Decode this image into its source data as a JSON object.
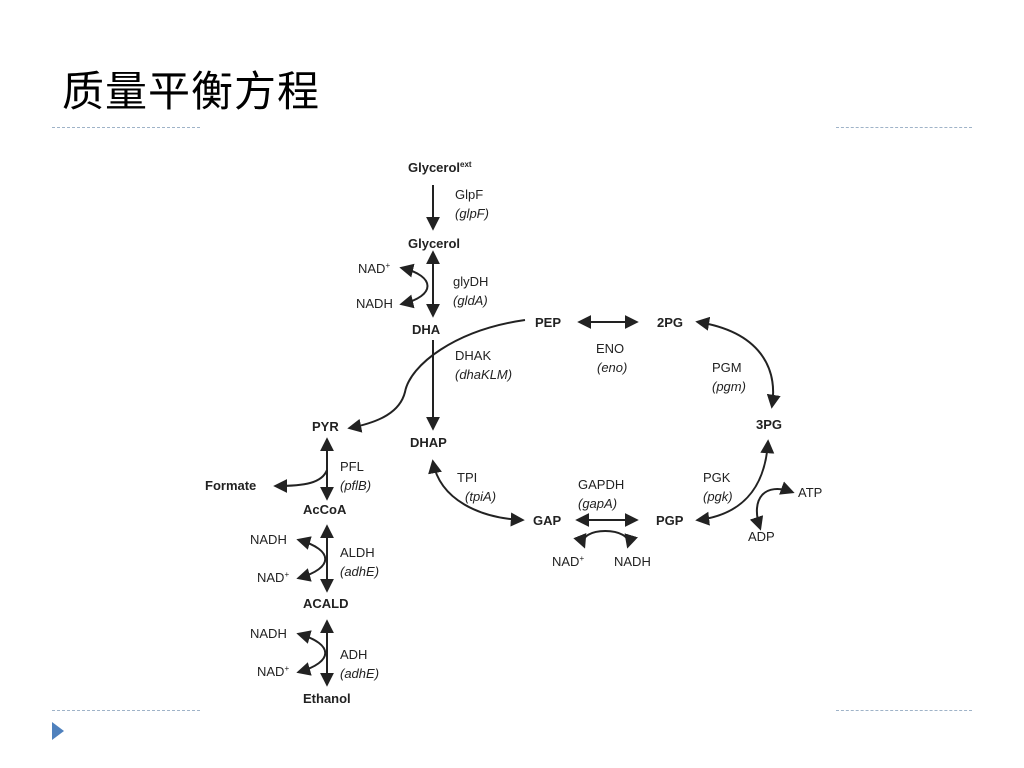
{
  "slide": {
    "title": "质量平衡方程"
  },
  "diagram": {
    "metabolites": {
      "glycerol_ext": "Glycerol",
      "glycerol_ext_sup": "ext",
      "glycerol": "Glycerol",
      "dha": "DHA",
      "dhap": "DHAP",
      "pep": "PEP",
      "pg2": "2PG",
      "pg3": "3PG",
      "pgp": "PGP",
      "gap": "GAP",
      "pyr": "PYR",
      "formate": "Formate",
      "accoa": "AcCoA",
      "acald": "ACALD",
      "ethanol": "Ethanol"
    },
    "enzymes": {
      "glpf": "GlpF",
      "glpf_gene": "(glpF)",
      "glydh": "glyDH",
      "glydh_gene": "(gldA)",
      "dhak": "DHAK",
      "dhak_gene": "(dhaKLM)",
      "eno": "ENO",
      "eno_gene": "(eno)",
      "pgm": "PGM",
      "pgm_gene": "(pgm)",
      "pgk": "PGK",
      "pgk_gene": "(pgk)",
      "gapdh": "GAPDH",
      "gapdh_gene": "(gapA)",
      "tpi": "TPI",
      "tpi_gene": "(tpiA)",
      "pfl": "PFL",
      "pfl_gene": "(pflB)",
      "aldh": "ALDH",
      "aldh_gene": "(adhE)",
      "adh": "ADH",
      "adh_gene": "(adhE)"
    },
    "cofactors": {
      "gly_nad": "NAD",
      "gly_nad_sup": "+",
      "gly_nadh": "NADH",
      "gap_nad": "NAD",
      "gap_nad_sup": "+",
      "gap_nadh": "NADH",
      "atp": "ATP",
      "adp": "ADP",
      "aldh_nadh": "NADH",
      "aldh_nad": "NAD",
      "aldh_nad_sup": "+",
      "adh_nadh": "NADH",
      "adh_nad": "NAD",
      "adh_nad_sup": "+"
    }
  },
  "colors": {
    "rule": "#9fb3c8",
    "nav_arrow": "#4f81bd",
    "ink": "#222222"
  }
}
